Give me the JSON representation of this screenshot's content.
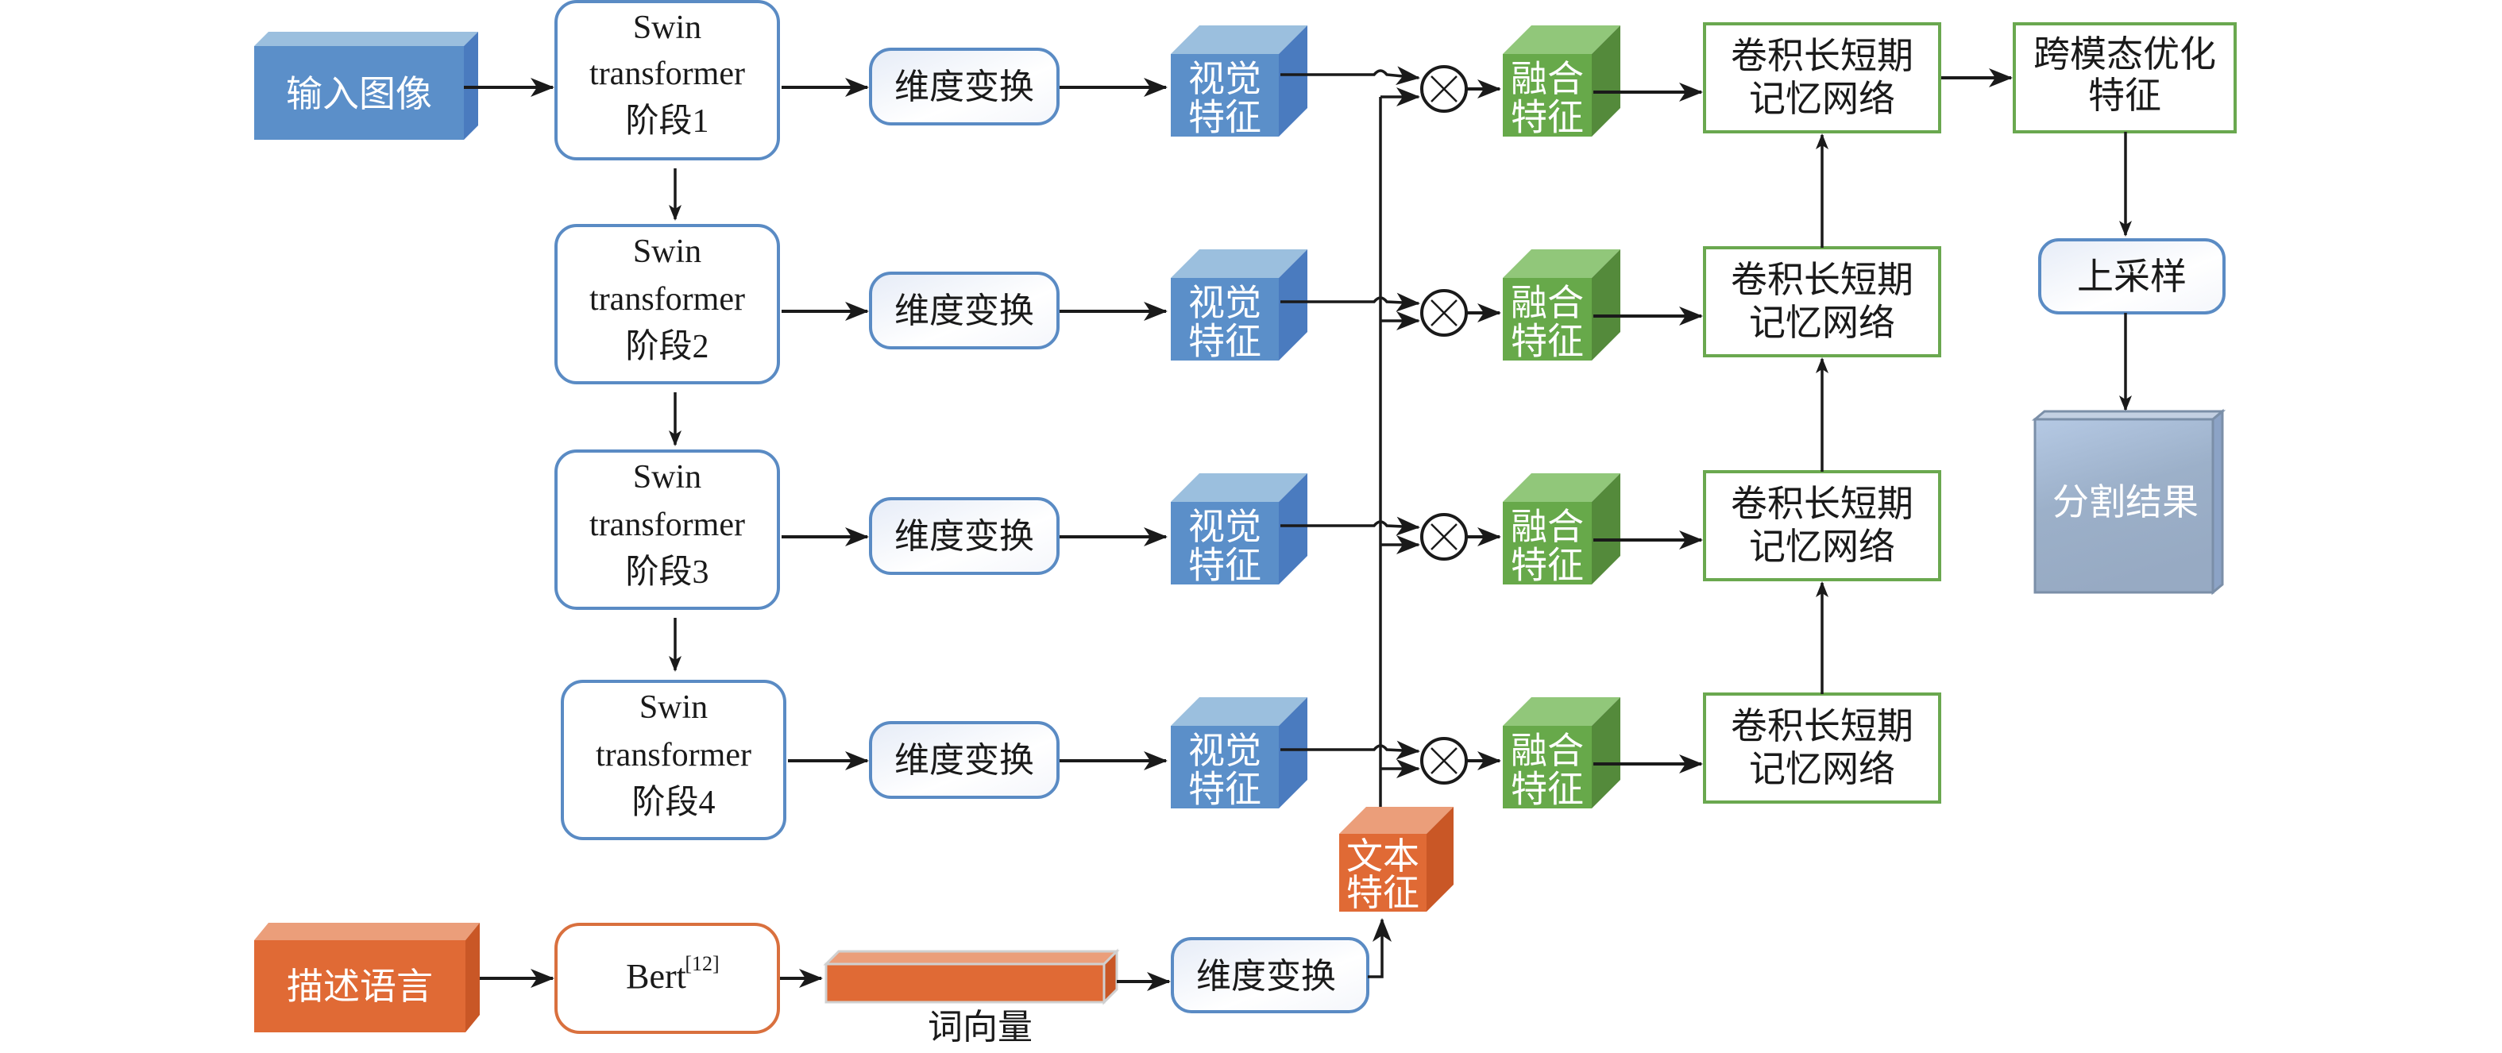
{
  "diagram": {
    "input_image": {
      "label": "输入图像"
    },
    "swin_stages": [
      {
        "line1": "Swin",
        "line2": "transformer",
        "line3": "阶段1"
      },
      {
        "line1": "Swin",
        "line2": "transformer",
        "line3": "阶段2"
      },
      {
        "line1": "Swin",
        "line2": "transformer",
        "line3": "阶段3"
      },
      {
        "line1": "Swin",
        "line2": "transformer",
        "line3": "阶段4"
      }
    ],
    "dim_transform": {
      "label": "维度变换"
    },
    "visual_feature": {
      "line1": "视觉",
      "line2": "特征"
    },
    "multiply_symbol": "×",
    "fusion_feature": {
      "line1": "融合",
      "line2": "特征"
    },
    "convlstm": {
      "line1": "卷积长短期",
      "line2": "记忆网络"
    },
    "cross_modal": {
      "line1": "跨模态优化",
      "line2": "特征"
    },
    "upsample": {
      "label": "上采样"
    },
    "segmentation_result": {
      "label": "分割结果"
    },
    "description_language": {
      "label": "描述语言"
    },
    "bert": {
      "label": "Bert",
      "citation": "[12]"
    },
    "word_vector": {
      "label": "词向量"
    },
    "text_dim_transform": {
      "label": "维度变换"
    },
    "text_feature": {
      "line1": "文本",
      "line2": "特征"
    },
    "colors": {
      "blue_front": "#5b8fc9",
      "blue_top": "#9bbfde",
      "blue_side": "#4a7bbf",
      "green_front": "#67a94a",
      "green_top": "#91c77a",
      "green_side": "#548a3b",
      "orange_front": "#e06a35",
      "orange_top": "#eb9e7a",
      "orange_side": "#c95726",
      "box_border_blue": "#5a8bc4",
      "box_border_green": "#6aa84f",
      "box_border_orange": "#d9703e",
      "result_front": "#9db0c9",
      "result_border": "#7b8fa8"
    }
  }
}
